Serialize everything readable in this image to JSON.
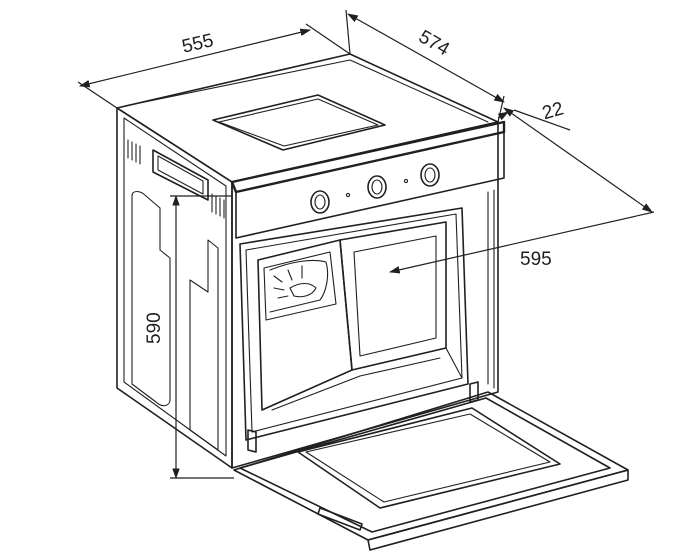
{
  "diagram": {
    "dimensions": {
      "width_top": "555",
      "depth": "574",
      "door_offset": "22",
      "width_front": "595",
      "height": "590"
    },
    "colors": {
      "line": "#231f20",
      "background": "#ffffff"
    }
  }
}
